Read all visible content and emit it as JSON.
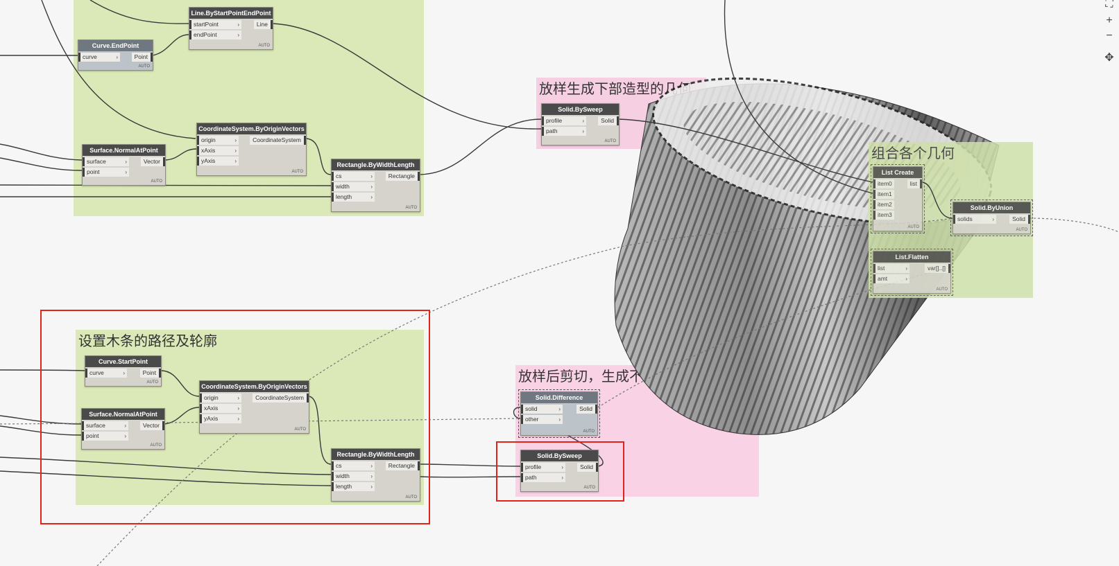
{
  "groups": [
    {
      "id": "top-green",
      "title": "",
      "color": "#dbe8b7"
    },
    {
      "id": "lofted-lower",
      "title": "放样生成下部造型的几何",
      "color": "#f7cfe2"
    },
    {
      "id": "combine",
      "title": "组合各个几何",
      "color": "#cfe0a8"
    },
    {
      "id": "wood-path",
      "title": "设置木条的路径及轮廓",
      "color": "#dbe8b7"
    },
    {
      "id": "cut",
      "title": "放样后剪切，生成不表现造型的几何",
      "color": "#f9d3e5"
    }
  ],
  "nodes": {
    "line_by_start_end": {
      "title": "Line.ByStartPointEndPoint",
      "inputs": [
        "startPoint",
        "endPoint"
      ],
      "output": "Line",
      "footer": "AUTO"
    },
    "curve_endpoint": {
      "title": "Curve.EndPoint",
      "inputs": [
        "curve"
      ],
      "output": "Point",
      "footer": "AUTO"
    },
    "cs_top": {
      "title": "CoordinateSystem.ByOriginVectors",
      "inputs": [
        "origin",
        "xAxis",
        "yAxis"
      ],
      "output": "CoordinateSystem",
      "footer": "AUTO"
    },
    "surf_normal_top": {
      "title": "Surface.NormalAtPoint",
      "inputs": [
        "surface",
        "point"
      ],
      "output": "Vector",
      "footer": "AUTO"
    },
    "rect_top": {
      "title": "Rectangle.ByWidthLength",
      "inputs": [
        "cs",
        "width",
        "length"
      ],
      "output": "Rectangle",
      "footer": "AUTO"
    },
    "sweep_top": {
      "title": "Solid.BySweep",
      "inputs": [
        "profile",
        "path"
      ],
      "output": "Solid",
      "footer": "AUTO"
    },
    "list_create": {
      "title": "List Create",
      "inputs": [
        "item0",
        "item1",
        "item2",
        "item3"
      ],
      "output": "list",
      "footer": "AUTO"
    },
    "solid_union": {
      "title": "Solid.ByUnion",
      "inputs": [
        "solids"
      ],
      "output": "Solid",
      "footer": "AUTO"
    },
    "list_flatten": {
      "title": "List.Flatten",
      "inputs": [
        "list",
        "amt"
      ],
      "output": "var[]..[]",
      "footer": "AUTO"
    },
    "curve_startpoint": {
      "title": "Curve.StartPoint",
      "inputs": [
        "curve"
      ],
      "output": "Point",
      "footer": "AUTO"
    },
    "cs_bottom": {
      "title": "CoordinateSystem.ByOriginVectors",
      "inputs": [
        "origin",
        "xAxis",
        "yAxis"
      ],
      "output": "CoordinateSystem",
      "footer": "AUTO"
    },
    "surf_normal_bottom": {
      "title": "Surface.NormalAtPoint",
      "inputs": [
        "surface",
        "point"
      ],
      "output": "Vector",
      "footer": "AUTO"
    },
    "rect_bottom": {
      "title": "Rectangle.ByWidthLength",
      "inputs": [
        "cs",
        "width",
        "length"
      ],
      "output": "Rectangle",
      "footer": "AUTO"
    },
    "solid_difference": {
      "title": "Solid.Difference",
      "inputs": [
        "solid",
        "other"
      ],
      "output": "Solid",
      "footer": "AUTO"
    },
    "sweep_bottom": {
      "title": "Solid.BySweep",
      "inputs": [
        "profile",
        "path"
      ],
      "output": "Solid",
      "footer": "AUTO"
    }
  },
  "zoom_controls": {
    "fit": "⛶",
    "zoom_in": "+",
    "zoom_out": "−",
    "pan": "✥"
  },
  "colors": {
    "highlight": "#e2231a",
    "wire": "#3a3a3a",
    "node_header": "#4a4a4a"
  }
}
